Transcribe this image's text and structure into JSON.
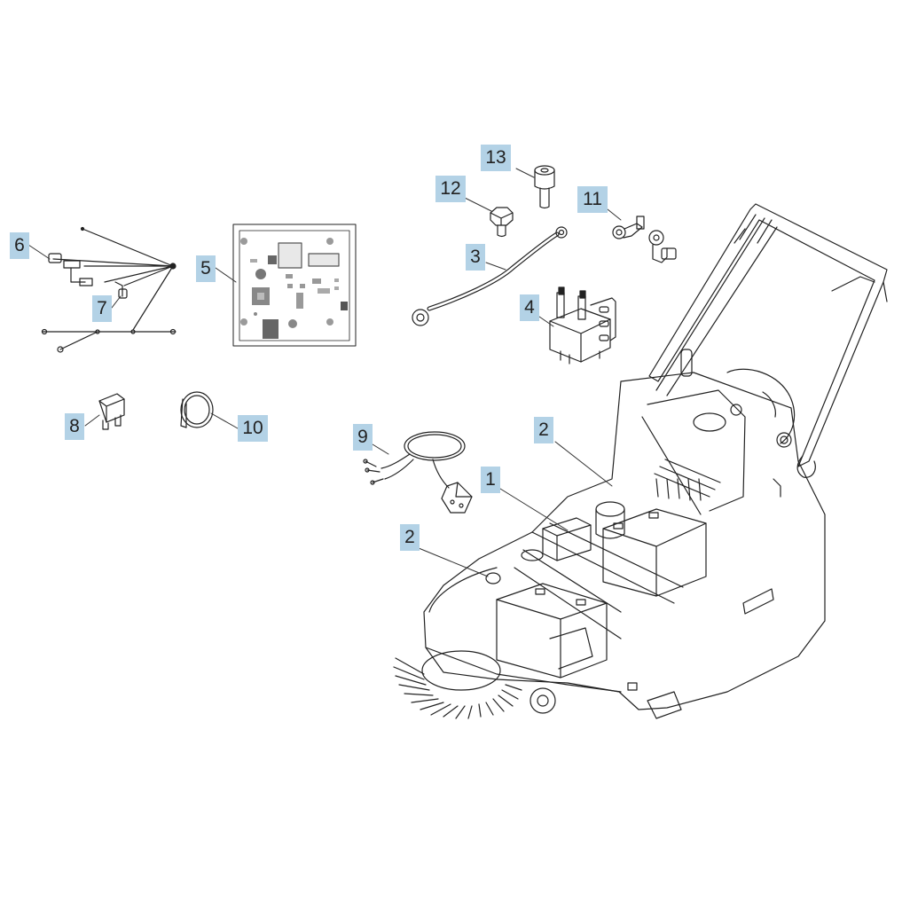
{
  "diagram": {
    "callouts": [
      {
        "id": "c6",
        "text": "6"
      },
      {
        "id": "c5",
        "text": "5"
      },
      {
        "id": "c7",
        "text": "7"
      },
      {
        "id": "c8",
        "text": "8"
      },
      {
        "id": "c10",
        "text": "10"
      },
      {
        "id": "c13",
        "text": "13"
      },
      {
        "id": "c12",
        "text": "12"
      },
      {
        "id": "c11",
        "text": "11"
      },
      {
        "id": "c3",
        "text": "3"
      },
      {
        "id": "c4",
        "text": "4"
      },
      {
        "id": "c9",
        "text": "9"
      },
      {
        "id": "c2a",
        "text": "2"
      },
      {
        "id": "c1",
        "text": "1"
      },
      {
        "id": "c2b",
        "text": "2"
      }
    ]
  }
}
